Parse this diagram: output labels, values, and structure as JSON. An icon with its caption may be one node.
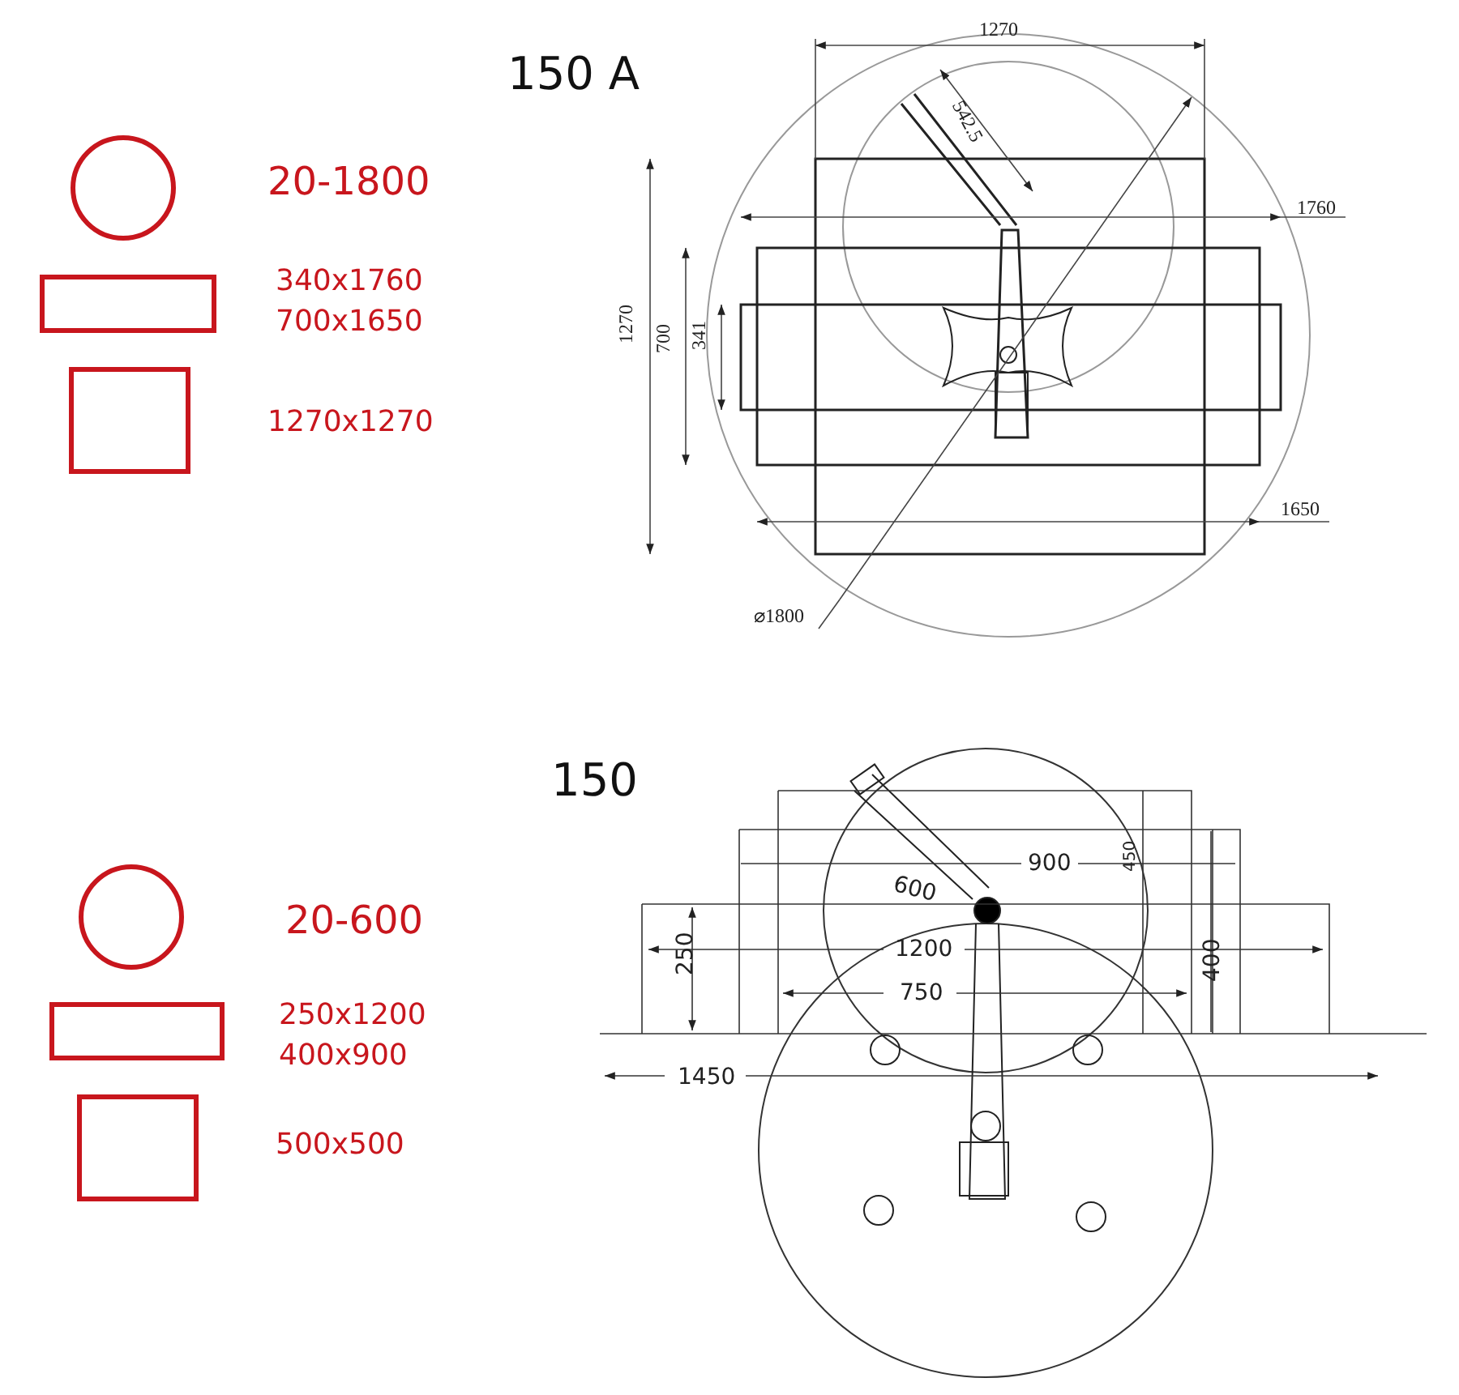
{
  "diagram": {
    "labels": [
      "150 A",
      "20-1800",
      "340x1760",
      "700x1650",
      "1270x1270",
      "1270",
      "542.5",
      "1760",
      "1270",
      "700",
      "341",
      "1650",
      "⌀1800",
      "150",
      "20-600",
      "250x1200",
      "400x900",
      "500x500",
      "900",
      "600",
      "450",
      "1200",
      "250",
      "750",
      "400",
      "1450"
    ]
  }
}
